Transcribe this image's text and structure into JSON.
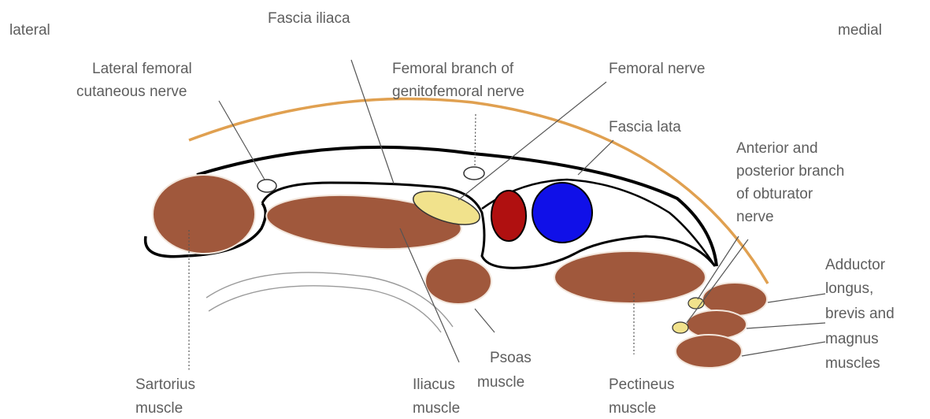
{
  "orientation": {
    "left": "lateral",
    "right": "medial"
  },
  "labels": {
    "fascia_iliaca": "Fascia iliaca",
    "lateral_femoral_cutaneous": [
      "Lateral femoral",
      "cutaneous nerve"
    ],
    "femoral_branch_genitofemoral": [
      "Femoral branch of",
      "genitofemoral nerve"
    ],
    "femoral_nerve": "Femoral nerve",
    "fascia_lata": "Fascia lata",
    "obturator_branches": [
      "Anterior and",
      "posterior branch",
      "of obturator",
      "nerve"
    ],
    "adductors": [
      "Adductor",
      "longus,",
      "brevis and",
      "magnus",
      "muscles"
    ],
    "sartorius": [
      "Sartorius",
      "muscle"
    ],
    "iliacus": [
      "Iliacus",
      "muscle"
    ],
    "psoas": [
      "Psoas",
      "muscle"
    ],
    "pectineus": [
      "Pectineus",
      "muscle"
    ]
  },
  "colors": {
    "muscle": "#a0583c",
    "muscle_outline": "#f2e6dc",
    "fascia_lata": "#e0a050",
    "artery": "#b01010",
    "vein": "#1010e8",
    "nerve": "#f1e28c",
    "fascia_iliaca": "#000000"
  }
}
